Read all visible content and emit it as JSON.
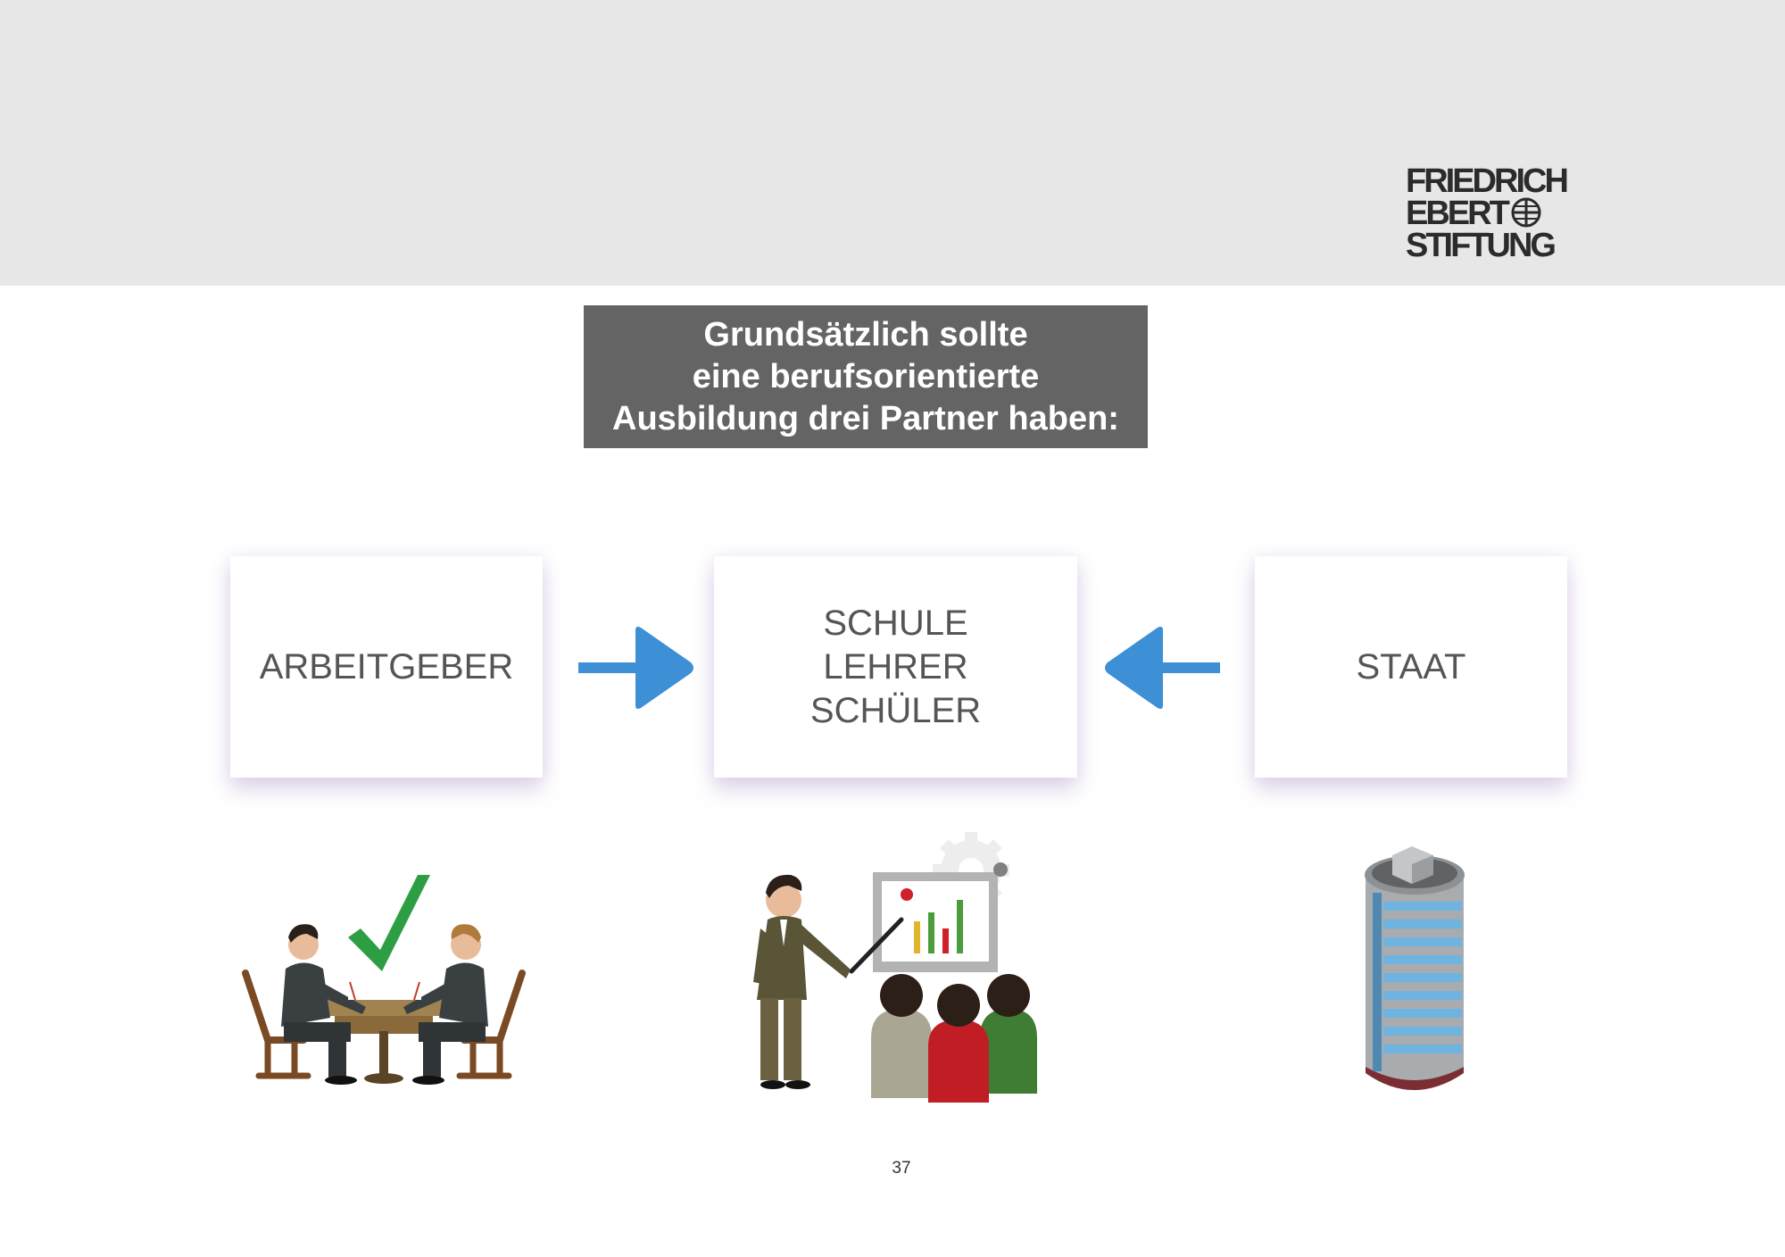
{
  "logo": {
    "line1": "FRIEDRICH",
    "line2": "EBERT",
    "line3": "STIFTUNG"
  },
  "title": {
    "line1": "Grundsätzlich sollte",
    "line2": "eine berufsorientierte",
    "line3": "Ausbildung drei Partner haben:"
  },
  "partners": {
    "employer": {
      "label": "ARBEITGEBER",
      "icon": "business-meeting-icon"
    },
    "school": {
      "lines": [
        "SCHULE",
        "LEHRER",
        "SCHÜLER"
      ],
      "icon": "teacher-presentation-icon"
    },
    "state": {
      "label": "STAAT",
      "icon": "government-tower-icon"
    }
  },
  "arrows": {
    "color": "#3d8fd6",
    "icons": [
      "arrow-right-icon",
      "arrow-left-icon"
    ]
  },
  "colors": {
    "header_band": "#e7e7e7",
    "title_box": "#646464",
    "check": "#2e9e45"
  },
  "page_number": "37"
}
